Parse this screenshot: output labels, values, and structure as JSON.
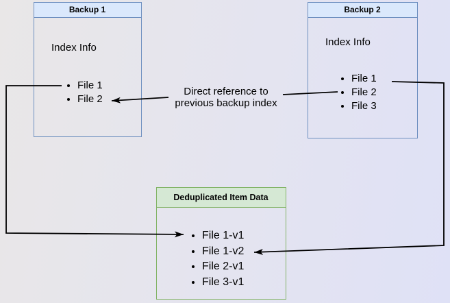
{
  "colors": {
    "bg_start": "#e9e7e7",
    "bg_mid": "#e4e4f0",
    "bg_end": "#dfe1f6",
    "blue_fill": "#dae8fc",
    "blue_border": "#6c8ebf",
    "green_fill": "#d5e8d4",
    "green_border": "#82b366",
    "arrow": "#000000",
    "text": "#000000"
  },
  "backup1": {
    "title": "Backup 1",
    "section": "Index Info",
    "files": [
      "File 1",
      "File 2"
    ]
  },
  "backup2": {
    "title": "Backup 2",
    "section": "Index Info",
    "files": [
      "File 1",
      "File 2",
      "File 3"
    ]
  },
  "dedup": {
    "title": "Deduplicated Item Data",
    "items": [
      "File 1-v1",
      "File 1-v2",
      "File 2-v1",
      "File 3-v1"
    ]
  },
  "annotation": {
    "line1": "Direct reference to",
    "line2": "previous backup index"
  }
}
